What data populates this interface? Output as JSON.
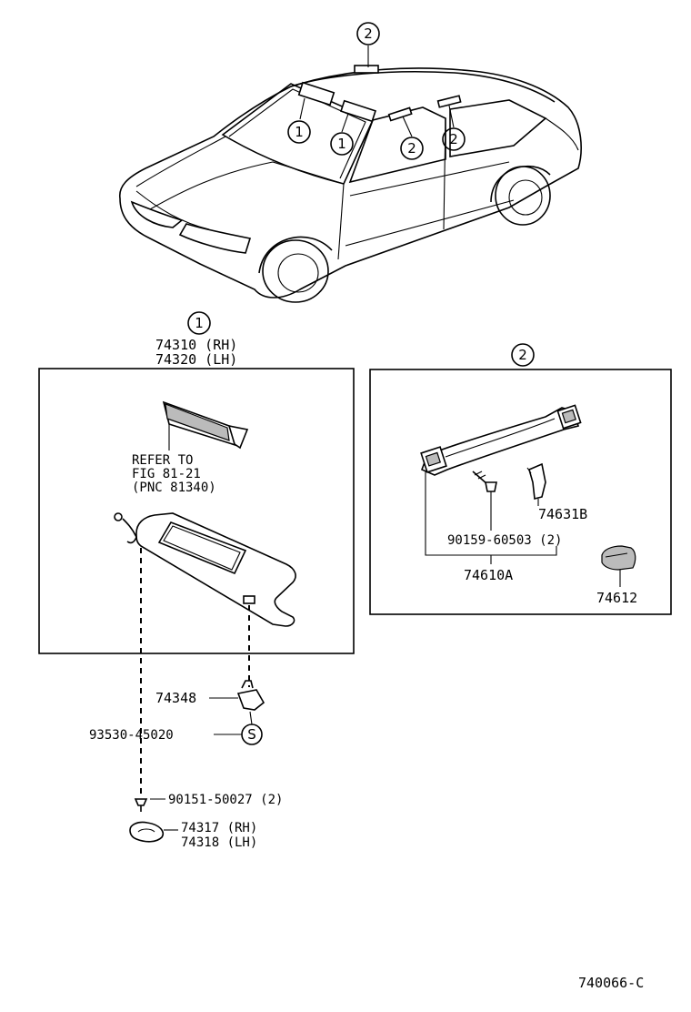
{
  "callouts": {
    "c1": "1",
    "c2": "2"
  },
  "left_panel": {
    "header_rh": "74310 (RH)",
    "header_lh": "74320 (LH)",
    "refer_line1": "REFER TO",
    "refer_line2": "FIG 81-21",
    "refer_line3": "(PNC 81340)",
    "part_holder": "74348",
    "part_clip": "93530-45020",
    "clip_symbol": "S",
    "part_screw": "90151-50027 (2)",
    "part_cover_rh": "74317 (RH)",
    "part_cover_lh": "74318 (LH)"
  },
  "right_panel": {
    "part_bracket": "74631B",
    "part_screw": "90159-60503 (2)",
    "part_grip": "74610A",
    "part_cap": "74612"
  },
  "figure_code": "740066-C"
}
